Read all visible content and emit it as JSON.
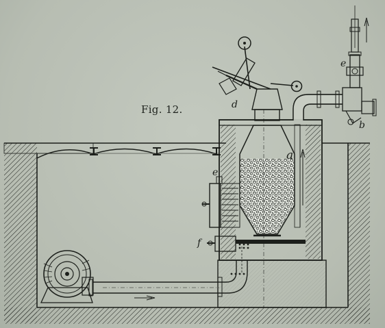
{
  "figure": {
    "caption": "Fig. 12.",
    "labels": {
      "a": "a",
      "b": "b",
      "d": "d",
      "e_top": "e",
      "e_side": "e",
      "f": "f"
    }
  },
  "colors": {
    "paper": "#b9bfb4",
    "ink": "#1c1f1b",
    "fuel": "#e8ece4"
  }
}
